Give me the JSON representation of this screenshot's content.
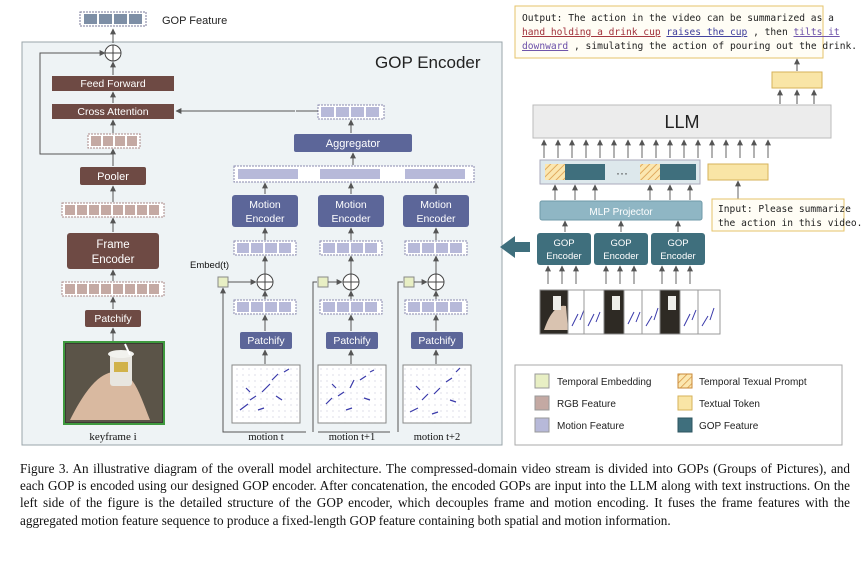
{
  "left_panel": {
    "title": "GOP Encoder",
    "gop_feature_label": "GOP Feature",
    "feed_forward": "Feed Forward",
    "cross_attention": "Cross Attention",
    "pooler": "Pooler",
    "frame_encoder_line1": "Frame",
    "frame_encoder_line2": "Encoder",
    "patchify": "Patchify",
    "keyframe_label": "keyframe i",
    "aggregator": "Aggregator",
    "embed_label": "Embed(t)",
    "motion_encoder_line1": "Motion",
    "motion_encoder_line2": "Encoder",
    "motion_labels": [
      "motion t",
      "motion t+1",
      "motion t+2"
    ]
  },
  "right_panel": {
    "output_prefix": "Output: The action in the video can be summarized as a",
    "output_phrase1": "hand holding a drink cup",
    "output_phrase2": "raises the cup",
    "output_then": ", then",
    "output_phrase3": "tilts it",
    "output_phrase4": "downward",
    "output_suffix": ", simulating the action of pouring out the drink.",
    "llm": "LLM",
    "ellipsis": "···",
    "mlp_projector": "MLP Projector",
    "gop_encoder_line1": "GOP",
    "gop_encoder_line2": "Encoder",
    "input_line1": "Input: Please summarize",
    "input_line2": "the action in this video."
  },
  "legend": {
    "items": [
      {
        "label": "Temporal Embedding",
        "swatch": "#e8efc4"
      },
      {
        "label": "Temporal Texual Prompt",
        "swatch": "hatch"
      },
      {
        "label": "RGB Feature",
        "swatch": "#c4a9a3"
      },
      {
        "label": "Textual Token",
        "swatch": "#f9e5a6"
      },
      {
        "label": "Motion Feature",
        "swatch": "#b7b9d9"
      },
      {
        "label": "GOP Feature",
        "swatch": "#3f6f7d"
      }
    ]
  },
  "caption": "Figure 3. An illustrative diagram of the overall model architecture. The compressed-domain video stream is divided into GOPs (Groups of Pictures), and each GOP is encoded using our designed GOP encoder. After concatenation, the encoded GOPs are input into the LLM along with text instructions. On the left side of the figure is the detailed structure of the GOP encoder, which decouples frame and motion encoding. It fuses the frame features with the aggregated motion feature sequence to produce a fixed-length GOP feature containing both spatial and motion information.",
  "colors": {
    "rgb_block": "#6e4a44",
    "rgb_token": "#c4a9a3",
    "motion_block": "#5c6699",
    "motion_token": "#b7b9d9",
    "gop_block": "#3f6f7d",
    "gop_token": "#5a8893",
    "panel_bg": "#eef3f5",
    "accent_link": "#6b4fa8"
  }
}
